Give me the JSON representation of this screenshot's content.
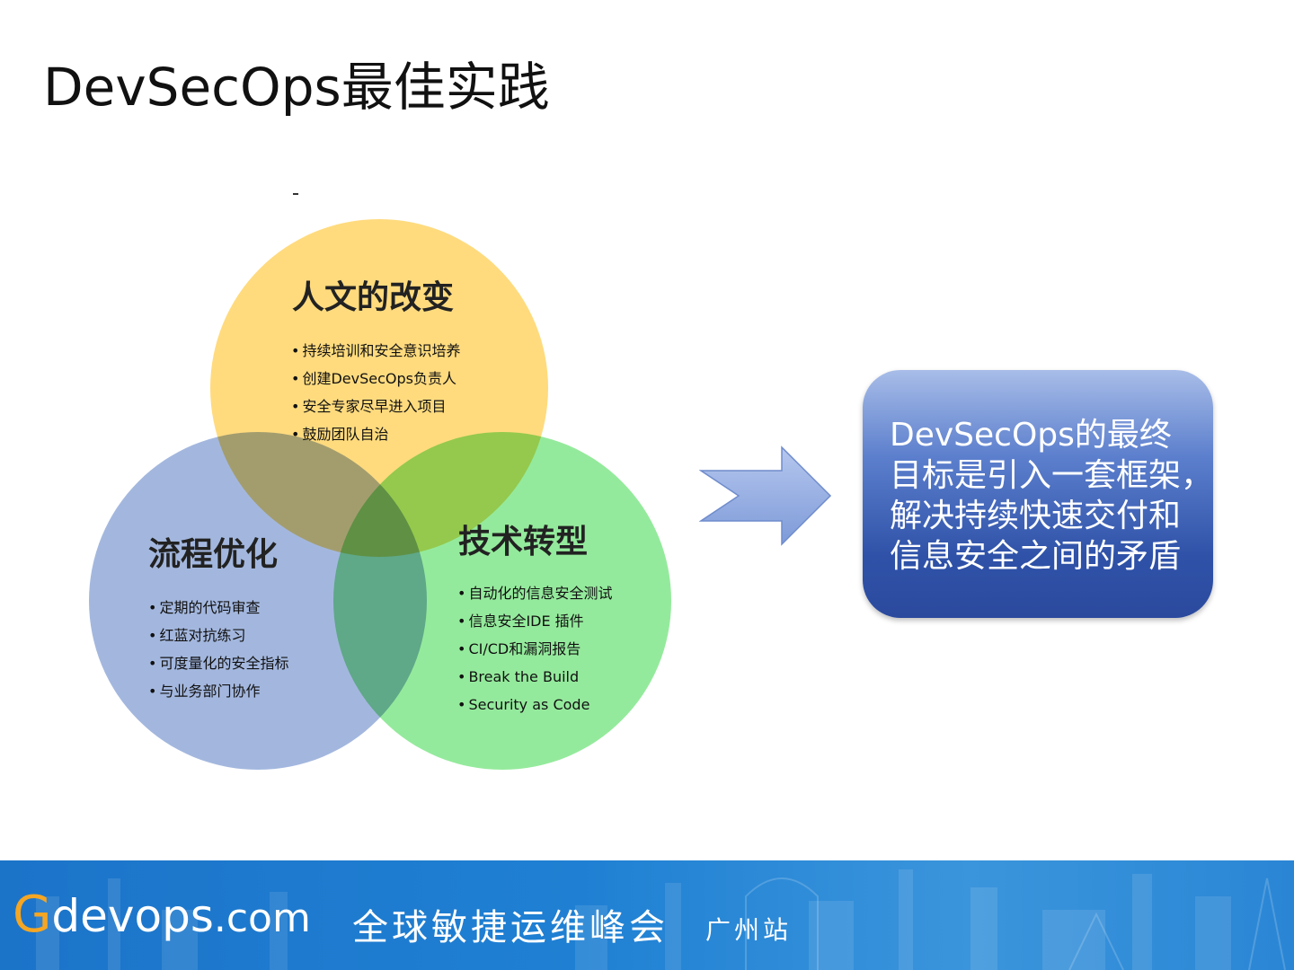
{
  "title": "DevSecOps最佳实践",
  "circles": {
    "top": {
      "title": "人文的改变",
      "items": [
        "持续培训和安全意识培养",
        "创建DevSecOps负责人",
        "安全专家尽早进入项目",
        "鼓励团队自治"
      ]
    },
    "left": {
      "title": "流程优化",
      "items": [
        "定期的代码审查",
        "红蓝对抗练习",
        "可度量化的安全指标",
        "与业务部门协作"
      ]
    },
    "right": {
      "title": "技术转型",
      "items": [
        "自动化的信息安全测试",
        "信息安全IDE 插件",
        "CI/CD和漏洞报告",
        "Break the Build",
        "Security as Code"
      ]
    }
  },
  "goal": {
    "lines": [
      "DevSecOps的最终",
      "目标是引入一套框架，",
      "解决持续快速交付和",
      "信息安全之间的矛盾"
    ]
  },
  "footer": {
    "brand_g": "G",
    "brand_main": "devops",
    "brand_com": ".com",
    "event": "全球敏捷运维峰会",
    "city": "广州站"
  },
  "colors": {
    "circle_top": "#ffd977",
    "circle_left": "#9eb3dd",
    "circle_right": "#8ee997",
    "goal_box": "#2f52a8",
    "footer": "#1f80d3",
    "brand_accent": "#f5a623"
  }
}
